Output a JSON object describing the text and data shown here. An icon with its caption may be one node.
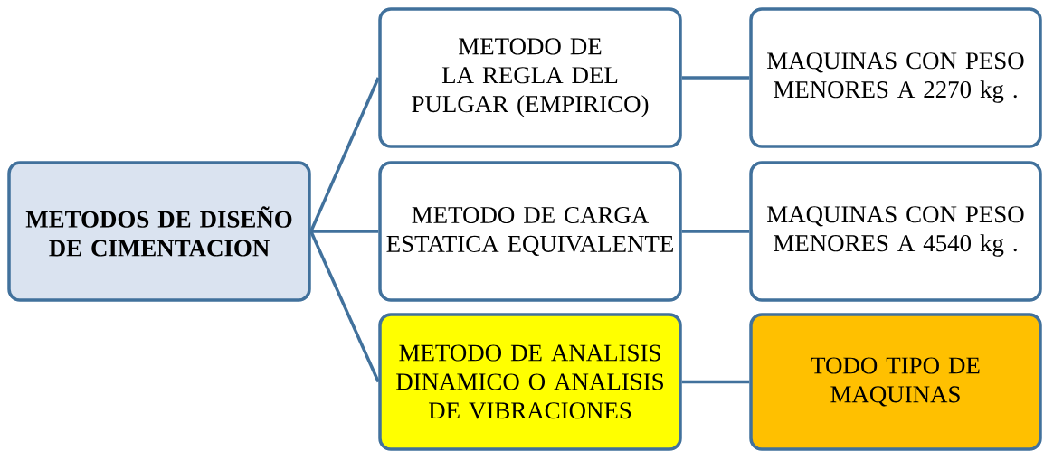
{
  "diagram": {
    "nodes": [
      {
        "text": [
          "METODOS DE DISEÑO DE CIMENTACION"
        ]
      },
      {
        "text": [
          "METODO DE LA REGLA DEL PULGAR (EMPIRICO)"
        ]
      },
      {
        "text": [
          "MAQUINAS CON PESO MENORES A 2270 kg ."
        ]
      },
      {
        "text": [
          "METODO DE CARGA ESTATICA EQUIVALENTE"
        ]
      },
      {
        "text": [
          "MAQUINAS CON PESO MENORES A 4540  kg ."
        ]
      },
      {
        "text": [
          "METODO DE ANALISIS DINAMICO O ANALISIS DE VIBRACIONES"
        ]
      },
      {
        "text": [
          "TODO TIPO DE MAQUINAS"
        ]
      }
    ],
    "edges": [
      {
        "from": 0,
        "to": 1,
        "arrow": "none"
      },
      {
        "from": 0,
        "to": 3,
        "arrow": "none"
      },
      {
        "from": 0,
        "to": 5,
        "arrow": "none"
      },
      {
        "from": 1,
        "to": 2,
        "arrow": "none"
      },
      {
        "from": 3,
        "to": 4,
        "arrow": "none"
      },
      {
        "from": 5,
        "to": 6,
        "arrow": "none"
      }
    ]
  }
}
